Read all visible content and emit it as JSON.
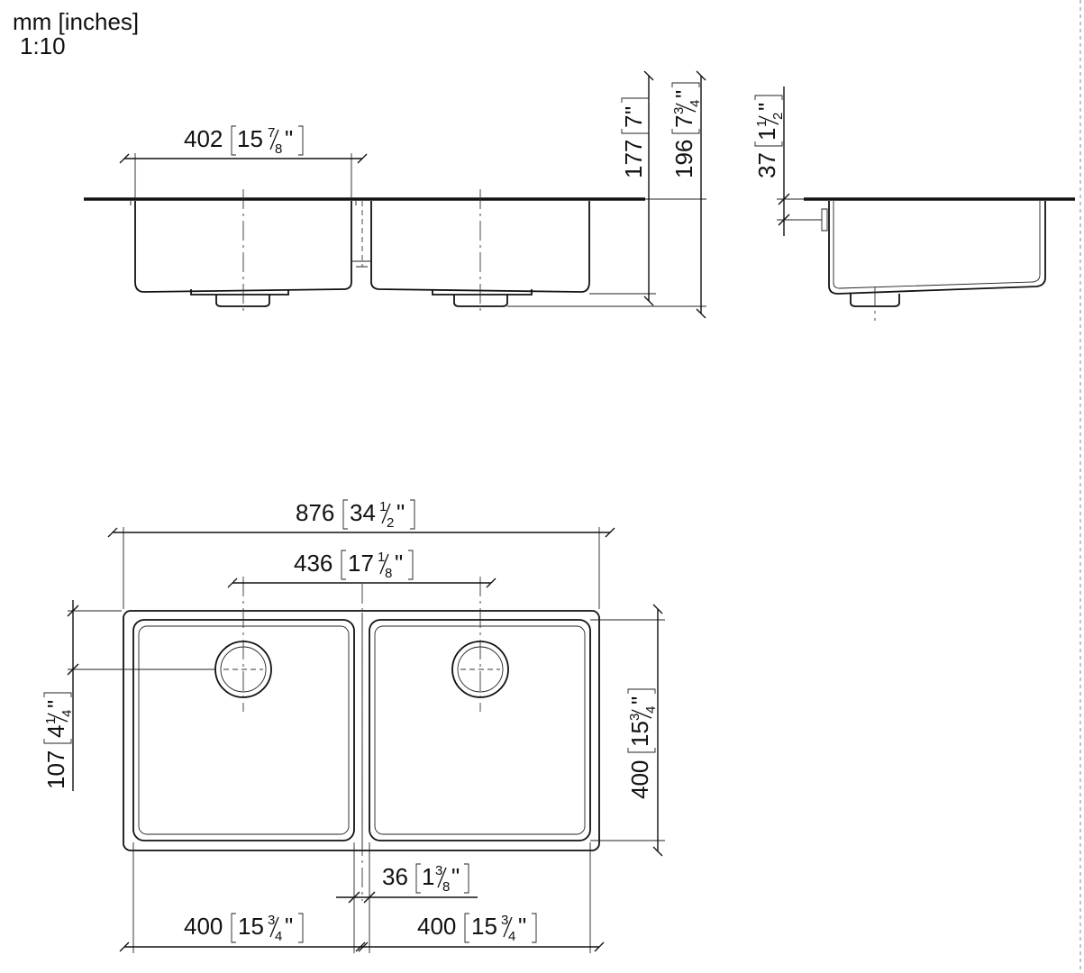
{
  "header": {
    "units": "mm [inches]",
    "scale": "1:10"
  },
  "dimensions": {
    "bowl_width_top": {
      "mm": "402",
      "in_whole": "15",
      "in_num": "7",
      "in_den": "8"
    },
    "height_inner": {
      "mm": "177",
      "in_whole": "7",
      "in_num": "",
      "in_den": ""
    },
    "height_total": {
      "mm": "196",
      "in_whole": "7",
      "in_num": "3",
      "in_den": "4"
    },
    "rim_offset": {
      "mm": "37",
      "in_whole": "1",
      "in_num": "1",
      "in_den": "2"
    },
    "overall_width": {
      "mm": "876",
      "in_whole": "34",
      "in_num": "1",
      "in_den": "2"
    },
    "drain_spacing": {
      "mm": "436",
      "in_whole": "17",
      "in_num": "1",
      "in_den": "8"
    },
    "drain_offset": {
      "mm": "107",
      "in_whole": "4",
      "in_num": "1",
      "in_den": "4"
    },
    "bowl_depth": {
      "mm": "400",
      "in_whole": "15",
      "in_num": "3",
      "in_den": "4"
    },
    "divider_width": {
      "mm": "36",
      "in_whole": "1",
      "in_num": "3",
      "in_den": "8"
    },
    "bowl_left": {
      "mm": "400",
      "in_whole": "15",
      "in_num": "3",
      "in_den": "4"
    },
    "bowl_right": {
      "mm": "400",
      "in_whole": "15",
      "in_num": "3",
      "in_den": "4"
    }
  }
}
